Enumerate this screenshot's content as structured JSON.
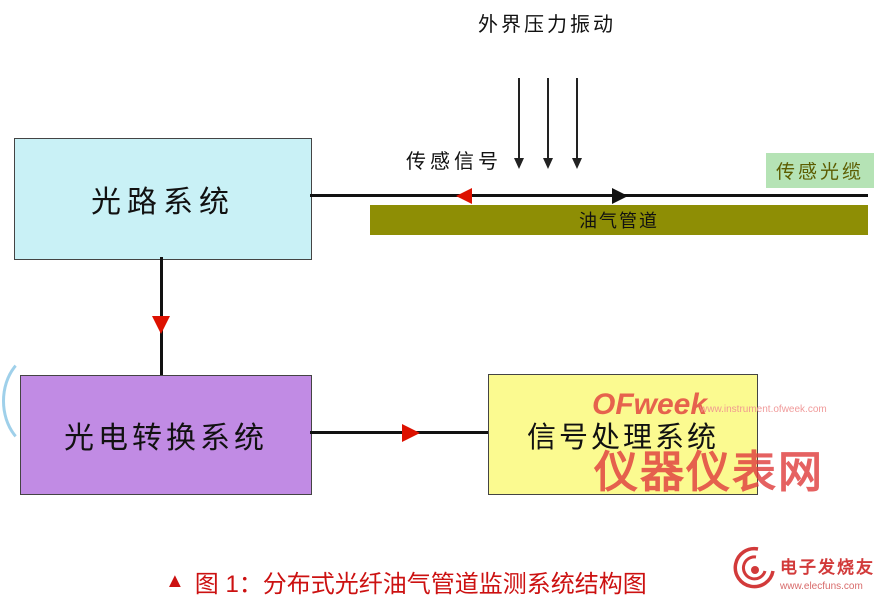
{
  "diagram": {
    "vibration_label": "外界压力振动",
    "sensing_signal_label": "传感信号",
    "sensing_cable_label": "传感光缆",
    "pipeline_label": "油气管道",
    "optical_box_label": "光路系统",
    "photoelectric_box_label": "光电转换系统",
    "signal_box_label": "信号处理系统"
  },
  "watermarks": {
    "ofweek_text": "OFweek",
    "ofweek_url": "www.instrument.ofweek.com",
    "ofweek_brand": "仪器仪表网",
    "elecfans_name": "电子发烧友",
    "elecfans_url": "www.elecfuns.com"
  },
  "caption": {
    "marker": "▲",
    "text": "图 1：分布式光纤油气管道监测系统结构图"
  },
  "colors": {
    "optical_box_bg": "#c9f1f6",
    "photoelectric_box_bg": "#c18be4",
    "signal_box_bg": "#fbfa90",
    "pipeline_bg": "#8e8e05",
    "cable_label_bg": "#b5e3b5",
    "caption_color": "#cc1111",
    "watermark_color": "#e23d3d",
    "arrow_red": "#dd1100",
    "line_black": "#111111"
  }
}
